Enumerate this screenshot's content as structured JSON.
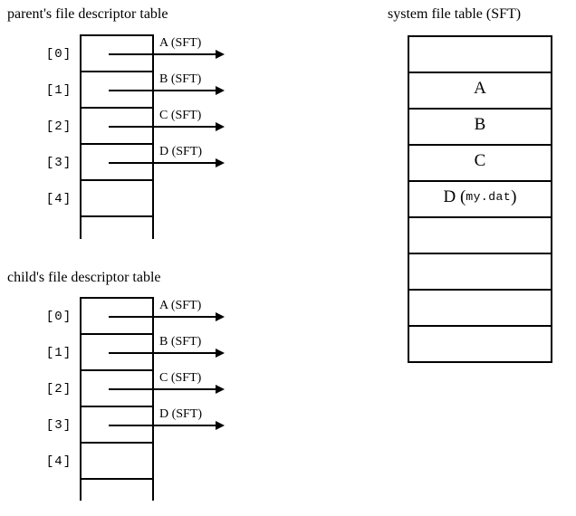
{
  "titles": {
    "parent": "parent's file descriptor table",
    "child": "child's file descriptor table",
    "sft": "system file table (SFT)"
  },
  "parent_table": {
    "name": "parent's file descriptor table",
    "indices": [
      "[0]",
      "[1]",
      "[2]",
      "[3]",
      "[4]"
    ],
    "entries": [
      {
        "index": "[0]",
        "pointer_label": "A (SFT)",
        "has_pointer": true
      },
      {
        "index": "[1]",
        "pointer_label": "B (SFT)",
        "has_pointer": true
      },
      {
        "index": "[2]",
        "pointer_label": "C (SFT)",
        "has_pointer": true
      },
      {
        "index": "[3]",
        "pointer_label": "D (SFT)",
        "has_pointer": true
      },
      {
        "index": "[4]",
        "pointer_label": "",
        "has_pointer": false
      }
    ]
  },
  "child_table": {
    "name": "child's file descriptor table",
    "indices": [
      "[0]",
      "[1]",
      "[2]",
      "[3]",
      "[4]"
    ],
    "entries": [
      {
        "index": "[0]",
        "pointer_label": "A (SFT)",
        "has_pointer": true
      },
      {
        "index": "[1]",
        "pointer_label": "B (SFT)",
        "has_pointer": true
      },
      {
        "index": "[2]",
        "pointer_label": "C (SFT)",
        "has_pointer": true
      },
      {
        "index": "[3]",
        "pointer_label": "D (SFT)",
        "has_pointer": true
      },
      {
        "index": "[4]",
        "pointer_label": "",
        "has_pointer": false
      }
    ]
  },
  "sft_table": {
    "name": "system file table (SFT)",
    "rows": [
      {
        "label": "",
        "mono": ""
      },
      {
        "label": "A",
        "mono": ""
      },
      {
        "label": "B",
        "mono": ""
      },
      {
        "label": "C",
        "mono": ""
      },
      {
        "label": "D (",
        "mono": "my.dat",
        "suffix": ")"
      },
      {
        "label": "",
        "mono": ""
      },
      {
        "label": "",
        "mono": ""
      },
      {
        "label": "",
        "mono": ""
      },
      {
        "label": "",
        "mono": ""
      }
    ]
  },
  "colors": {
    "stroke": "#000000",
    "background": "#ffffff"
  }
}
